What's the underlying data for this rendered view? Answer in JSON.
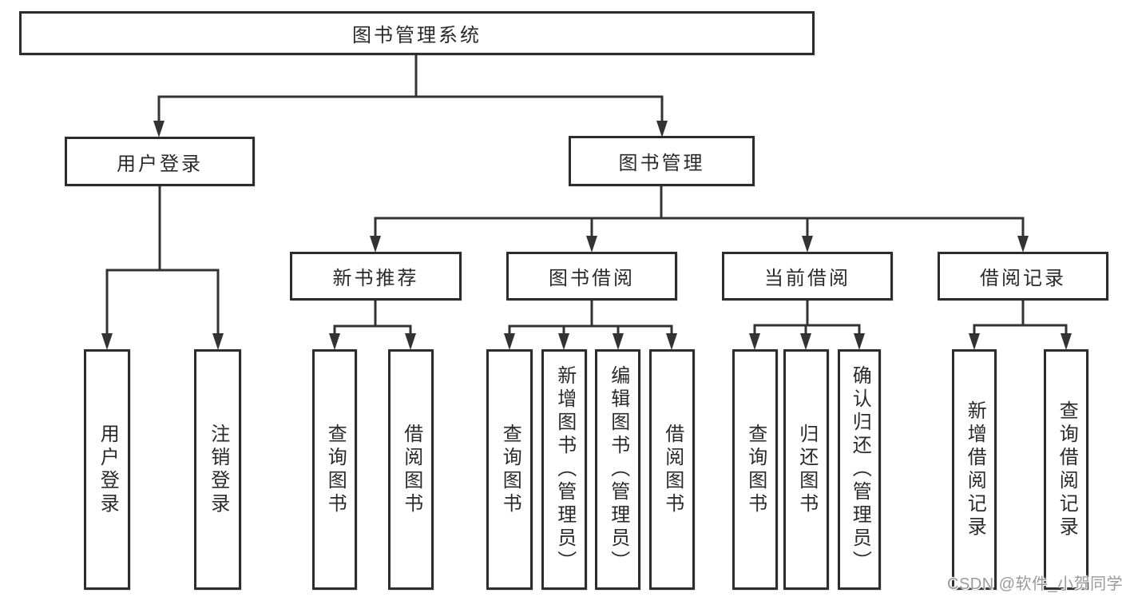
{
  "tree": {
    "root": {
      "label": "图书管理系统"
    },
    "branches": [
      {
        "label": "用户登录",
        "children": [
          {
            "label": "用户登录"
          },
          {
            "label": "注销登录"
          }
        ]
      },
      {
        "label": "图书管理",
        "children": [
          {
            "label": "新书推荐",
            "children": [
              {
                "label": "查询图书"
              },
              {
                "label": "借阅图书"
              }
            ]
          },
          {
            "label": "图书借阅",
            "children": [
              {
                "label": "查询图书"
              },
              {
                "label": "新增图书（管理员）"
              },
              {
                "label": "编辑图书（管理员）"
              },
              {
                "label": "借阅图书"
              }
            ]
          },
          {
            "label": "当前借阅",
            "children": [
              {
                "label": "查询图书"
              },
              {
                "label": "归还图书"
              },
              {
                "label": "确认归还（管理员）"
              }
            ]
          },
          {
            "label": "借阅记录",
            "children": [
              {
                "label": "新增借阅记录"
              },
              {
                "label": "查询借阅记录"
              }
            ]
          }
        ]
      }
    ]
  },
  "watermark": {
    "text": "CSDN @软件_小贺同学"
  },
  "colors": {
    "line": "#333333",
    "box_border": "#2d2d2d",
    "box_fill": "#ffffff",
    "label_text": "#2a2a2a",
    "background": "#ffffff",
    "watermark_text": "#9a9a9a"
  }
}
